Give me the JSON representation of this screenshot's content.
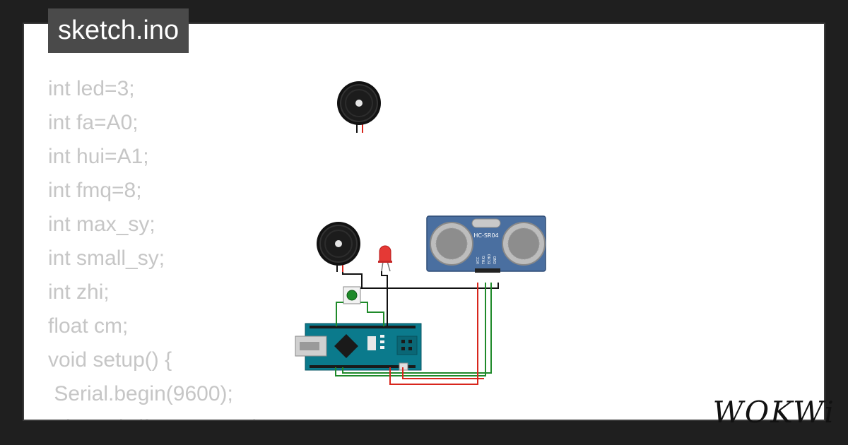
{
  "title": "sketch.ino",
  "code_lines": [
    "int led=3;",
    "int fa=A0;",
    "int hui=A1;",
    "int fmq=8;",
    "int max_sy;",
    "int small_sy;",
    "int zhi;",
    "float cm;",
    "void setup() {",
    " Serial.begin(9600);",
    " pinMode(fa,OUTPUT);"
  ],
  "sensor": {
    "label": "HC-SR04",
    "pins": [
      "VCC",
      "TRIG",
      "ECHO",
      "GND"
    ]
  },
  "brand": "WOKWi",
  "colors": {
    "background": "#1f1f1f",
    "card": "#ffffff",
    "code_text": "#c6c6c6",
    "title_tab": "#4a4a4a",
    "board_teal": "#0b7a8c",
    "sensor_blue": "#4a6fa0",
    "wire_red": "#d8261c",
    "wire_green": "#1f8a2a",
    "wire_black": "#111111"
  }
}
